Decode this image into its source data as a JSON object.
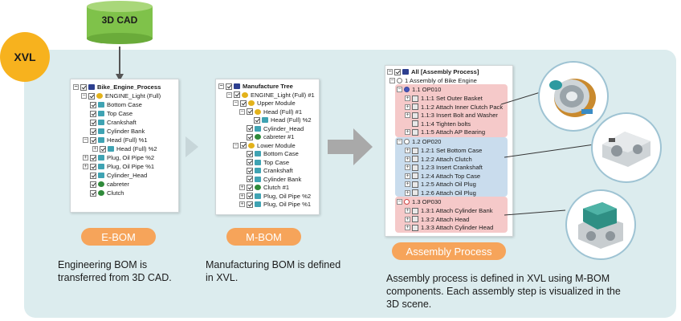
{
  "badge": {
    "label": "XVL"
  },
  "source": {
    "label": "3D CAD"
  },
  "ebom": {
    "rows": [
      "Bike_Engine_Process",
      "ENGINE_Light (Full)",
      "Bottom Case",
      "Top Case",
      "Crankshaft",
      "Cylinder Bank",
      "Head (Full) %1",
      "Head (Full) %2",
      "Plug, Oil Pipe %2",
      "Plug, Oil Pipe %1",
      "Cylinder_Head",
      "cabreter",
      "Clutch"
    ],
    "label": "E-BOM",
    "caption_lines": [
      "Engineering BOM is",
      "transferred from 3D CAD."
    ]
  },
  "mbom": {
    "rows": [
      "Manufacture Tree",
      "ENGINE_Light (Full) #1",
      "Upper Module",
      "Head (Full) #1",
      "Head (Full) %2",
      "Cylinder_Head",
      "cabreter #1",
      "Lower Module",
      "Bottom Case",
      "Top Case",
      "Crankshaft",
      "Cylinder Bank",
      "Clutch #1",
      "Plug, Oil Pipe %2",
      "Plug, Oil Pipe %1"
    ],
    "label": "M-BOM",
    "caption_lines": [
      "Manufacturing BOM is defined",
      "in XVL."
    ]
  },
  "process": {
    "rows": [
      "All [Assembly Process]",
      "1 Assembly of Bike Engine",
      "1.1 OP010",
      "1.1:1 Set Outer Basket",
      "1.1:2 Attach Inner Clutch Pack",
      "1.1:3 Insert Bolt and Washer",
      "1.1:4 Tighten bolts",
      "1.1:5 Attach AP Bearing",
      "1.2 OP020",
      "1.2:1 Set Bottom Case",
      "1.2:2 Attach Clutch",
      "1.2:3 Insert Crankshaft",
      "1.2:4 Attach Top Case",
      "1.2:5 Attach Oil Plug",
      "1.2:6 Attach Oil Plug",
      "1.3 OP030",
      "1.3:1 Attach Cylinder Bank",
      "1.3:2 Attach Head",
      "1.3:3 Attach Cylinder Head"
    ],
    "label": "Assembly Process",
    "caption_lines": [
      "Assembly process is defined in XVL using M-BOM",
      "components.  Each assembly step is visualized in the",
      "3D scene."
    ]
  },
  "colors": {
    "panel": "#dcecee",
    "badge": "#f7b21e",
    "cylinder": "#7fc24a",
    "pill": "#f6a45a",
    "red_group": "#f5c9c9",
    "blue_group": "#c9dced"
  }
}
